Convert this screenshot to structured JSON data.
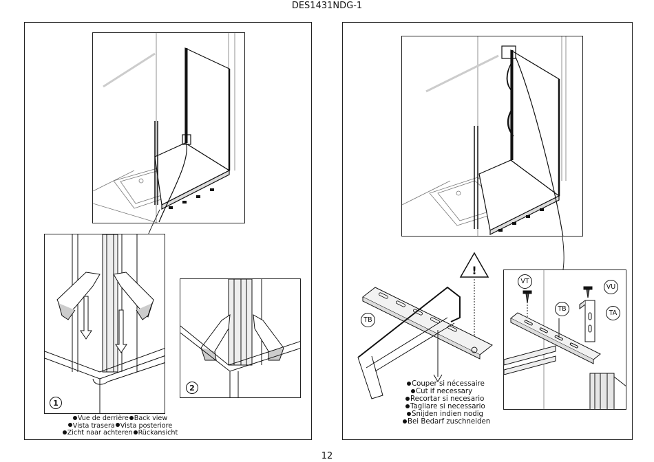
{
  "document": {
    "id": "DES1431NDG-1",
    "page_number": "12"
  },
  "left_panel": {
    "detail_1": {
      "number": "1"
    },
    "detail_2": {
      "number": "2"
    },
    "caption": {
      "row1": [
        "Vue de derrière",
        "Back view"
      ],
      "row2": [
        "Vista trasera",
        "Vista posteriore"
      ],
      "row3": [
        "Zicht naar achteren",
        "Rückansicht"
      ]
    }
  },
  "right_panel": {
    "labels": {
      "tb": "TB",
      "tb_detail": "TB",
      "vt": "VT",
      "vu": "VU",
      "ta": "TA"
    },
    "warning_symbol": "warning-triangle-icon",
    "cut_instructions": [
      "Couper si nécessaire",
      "Cut if necessary",
      "Recortar si necesario",
      "Tagliare si necessario",
      "Snijden indien nodig",
      "Bei Bedarf zuschneiden"
    ]
  }
}
